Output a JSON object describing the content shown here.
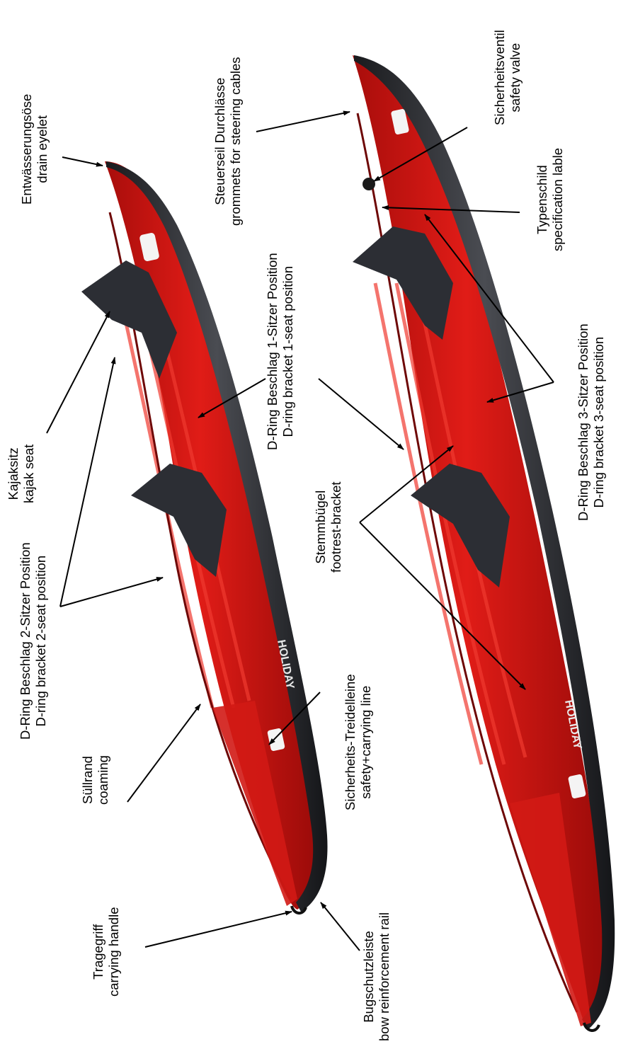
{
  "brand_text": "HOLIDAY",
  "colors": {
    "hull": "#cc1512",
    "hull_dark": "#8e0a08",
    "tube": "#26272b",
    "seat": "#2b2d33",
    "arrow": "#000000"
  },
  "labels": [
    {
      "id": "drain-eyelet",
      "de": "Entwässerungsöse",
      "en": "drain eyelet"
    },
    {
      "id": "kajak-seat",
      "de": "Kajaksitz",
      "en": "kajak seat"
    },
    {
      "id": "d-ring-2-seat",
      "de": "D-Ring Beschlag 2-Sitzer Position",
      "en": "D-ring bracket 2-seat position"
    },
    {
      "id": "coaming",
      "de": "Süllrand",
      "en": "coaming"
    },
    {
      "id": "carrying-handle",
      "de": "Tragegriff",
      "en": "carrying handle"
    },
    {
      "id": "bow-rail",
      "de": "Bugschutzleiste",
      "en": "bow reinforcement rail"
    },
    {
      "id": "safety-line",
      "de": "Sicherheits-Treidelleine",
      "en": "safety+carrying line"
    },
    {
      "id": "footrest",
      "de": "Stemmbügel",
      "en": "footrest-bracket"
    },
    {
      "id": "d-ring-1-seat",
      "de": "D-Ring Beschlag 1-Sitzer Position",
      "en": "D-ring bracket 1-seat position"
    },
    {
      "id": "steering-grommets",
      "de": "Steuerseil Durchlässe",
      "en": "grommets for steering cables"
    },
    {
      "id": "safety-valve",
      "de": "Sicherheitsventil",
      "en": "safety valve"
    },
    {
      "id": "spec-label",
      "de": "Typenschild",
      "en": "specification lable"
    },
    {
      "id": "d-ring-3-seat",
      "de": "D-Ring Beschlag 3-Sitzer Position",
      "en": "D-ring bracket 3-seat position"
    }
  ]
}
